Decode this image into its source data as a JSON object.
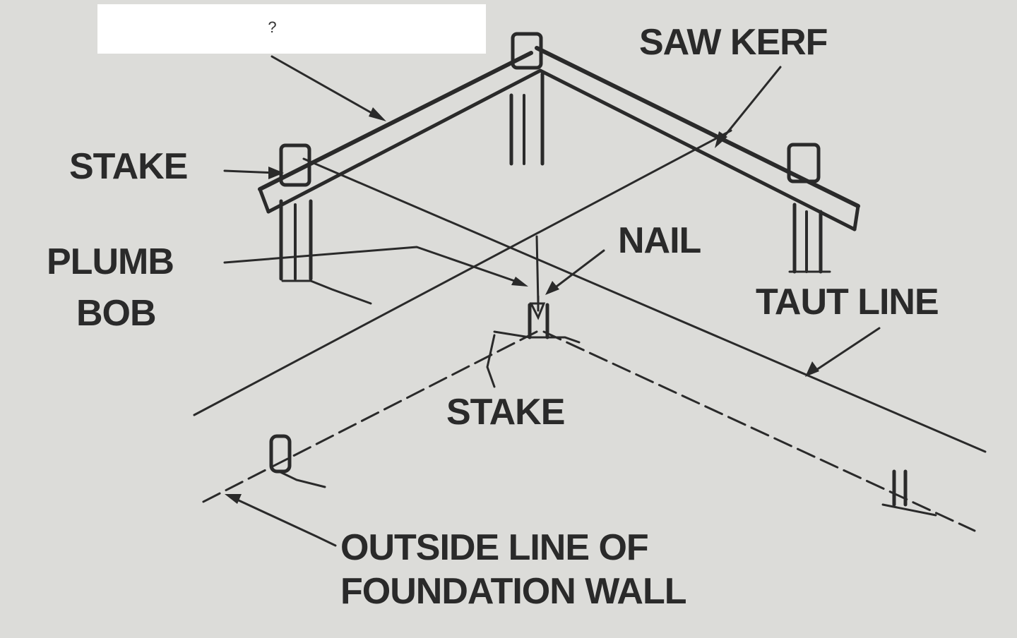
{
  "hidden_label": {
    "text": "?"
  },
  "labels": {
    "saw_kerf": "SAW KERF",
    "stake_top": "STAKE",
    "plumb_bob_1": "PLUMB",
    "plumb_bob_2": "BOB",
    "nail": "NAIL",
    "taut_line": "TAUT LINE",
    "stake_bottom": "STAKE",
    "foundation_1": "OUTSIDE LINE OF",
    "foundation_2": "FOUNDATION WALL"
  },
  "colors": {
    "ink": "#2a2a2a",
    "paper": "#dcdcd9",
    "box": "#ffffff"
  }
}
